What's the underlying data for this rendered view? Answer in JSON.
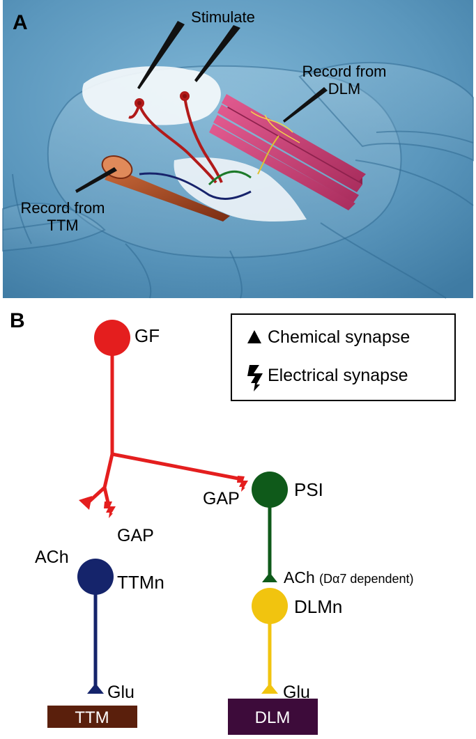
{
  "panel_a": {
    "letter": "A",
    "stimulate_label": "Stimulate",
    "record_dlm_label": [
      "Record from",
      "DLM"
    ],
    "record_ttm_label": [
      "Record from",
      "TTM"
    ]
  },
  "panel_b": {
    "letter": "B",
    "legend": {
      "chemical": "Chemical synapse",
      "electrical": "Electrical synapse"
    },
    "neurons": {
      "gf": "GF",
      "psi": "PSI",
      "ttmn": "TTMn",
      "dlmn": "DLMn"
    },
    "synapses": {
      "gap_psi": "GAP",
      "ach_ttmn": "ACh",
      "gap_ttmn": "GAP",
      "ach_dlmn": "ACh",
      "ach_dlmn_note": "(Dα7 dependent)",
      "glu_ttm": "Glu",
      "glu_dlm": "Glu"
    },
    "muscles": {
      "ttm": "TTM",
      "dlm": "DLM"
    }
  },
  "colors": {
    "gf": "#e41e1e",
    "psi": "#0f5a1a",
    "ttmn": "#15246b",
    "dlmn": "#f1c40f",
    "ttm_box": "#5a1f0c",
    "dlm_box": "#3d0b3a",
    "background_blue": "#5b97bd",
    "dlm_muscle": "#d0467a",
    "ttm_muscle": "#b8562e"
  }
}
